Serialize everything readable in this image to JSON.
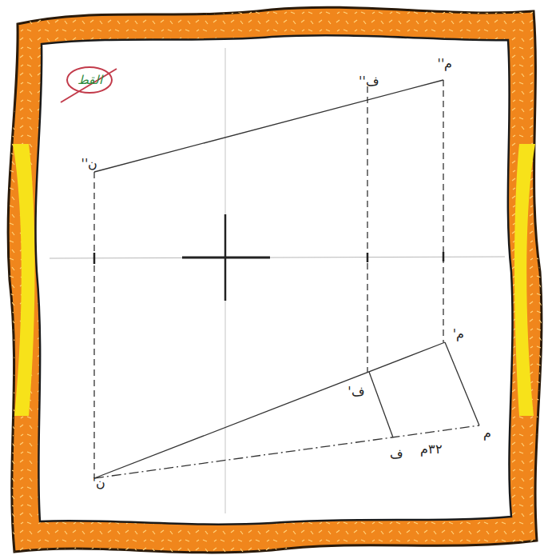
{
  "diagram": {
    "labels": [
      "م''",
      "ف''",
      "ن''",
      "م'",
      "ف'",
      "ن'",
      "م",
      "ف",
      "٣٢م",
      "القط"
    ]
  }
}
